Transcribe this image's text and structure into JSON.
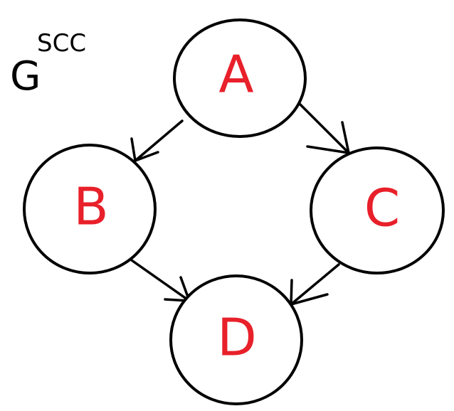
{
  "title": {
    "main": "G",
    "superscript": "SCC"
  },
  "colors": {
    "node_label": "#e8202a",
    "node_stroke": "#000000",
    "edge": "#000000",
    "background": "#ffffff"
  },
  "nodes": [
    {
      "id": "A",
      "label": "A"
    },
    {
      "id": "B",
      "label": "B"
    },
    {
      "id": "C",
      "label": "C"
    },
    {
      "id": "D",
      "label": "D"
    }
  ],
  "edges": [
    {
      "from": "A",
      "to": "B"
    },
    {
      "from": "A",
      "to": "C"
    },
    {
      "from": "B",
      "to": "D"
    },
    {
      "from": "C",
      "to": "D"
    }
  ]
}
